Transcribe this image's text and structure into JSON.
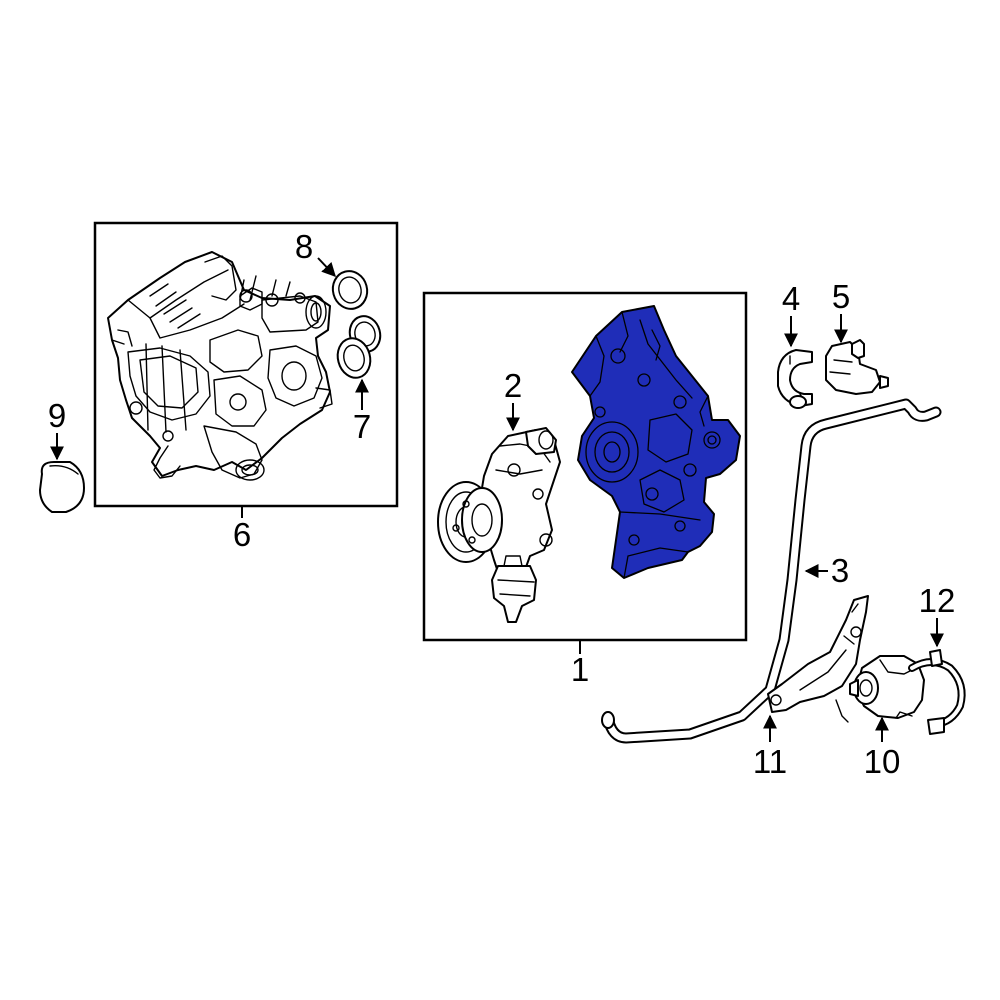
{
  "colors": {
    "highlight": "#1f2db8",
    "line": "#000000",
    "background": "#ffffff"
  },
  "callouts": {
    "c1": "1",
    "c2": "2",
    "c3": "3",
    "c4": "4",
    "c5": "5",
    "c6": "6",
    "c7": "7",
    "c8": "8",
    "c9": "9",
    "c10": "10",
    "c11": "11",
    "c12": "12"
  },
  "highlighted_part": "1"
}
